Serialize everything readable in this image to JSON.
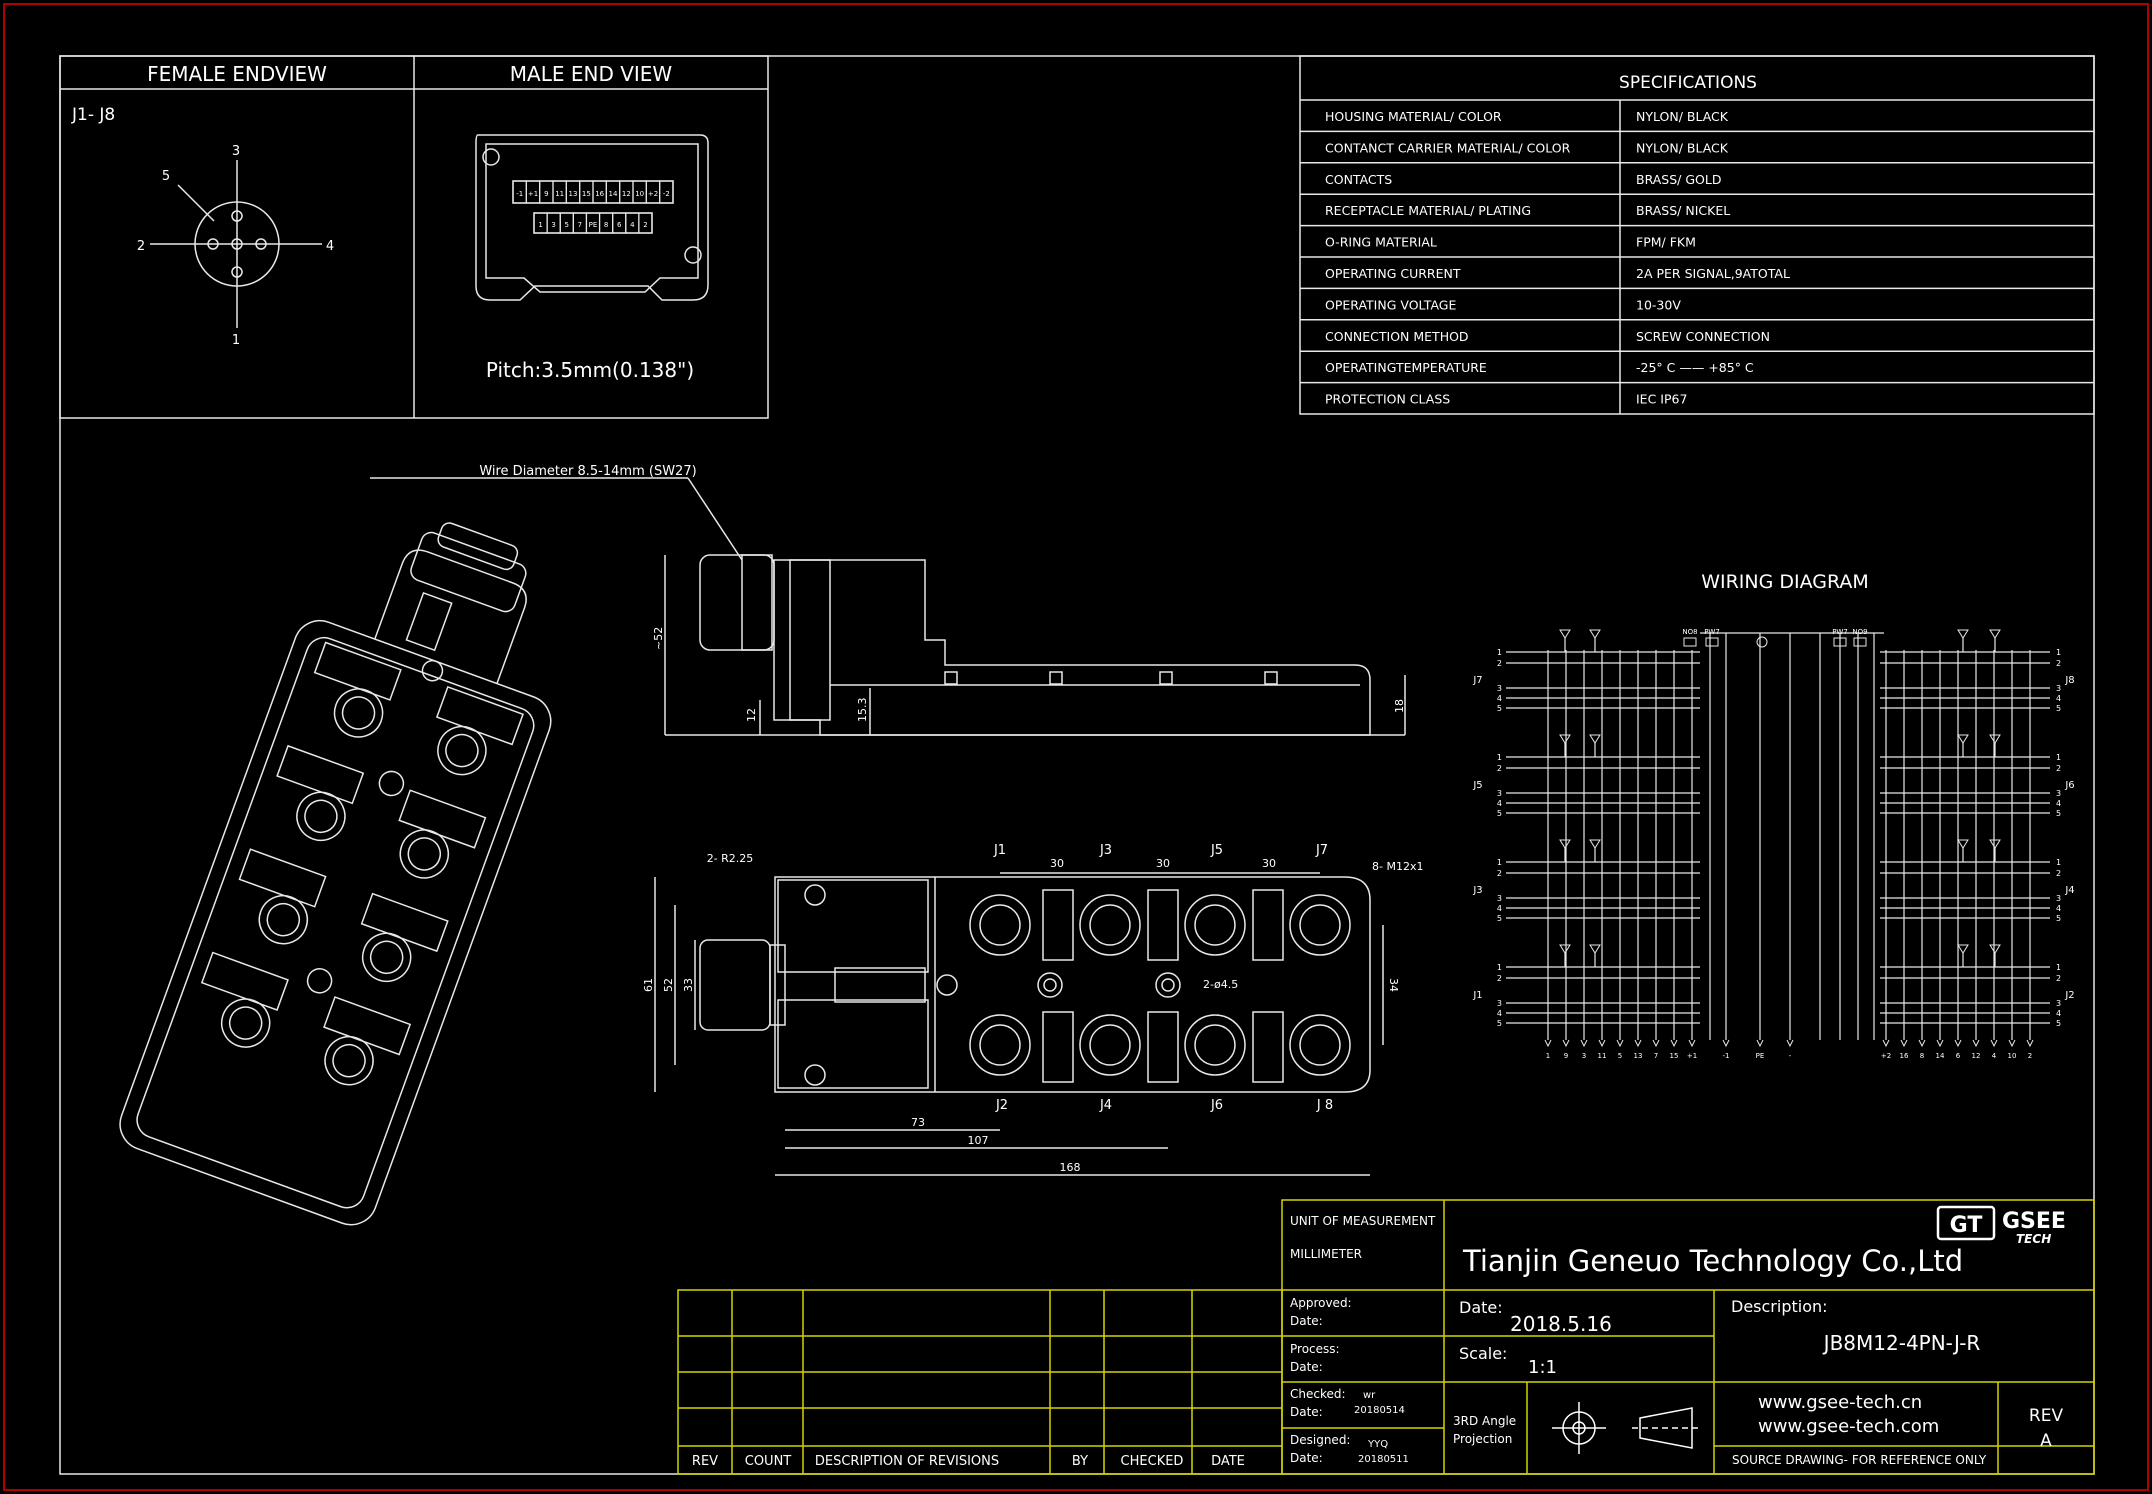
{
  "endviews": {
    "female_title": "FEMALE ENDVIEW",
    "male_title": "MALE END VIEW",
    "female_label": "J1- J8",
    "female_pins": [
      "3",
      "5",
      "2",
      "4",
      "1"
    ],
    "male_top_row": [
      "-1",
      "+1",
      "9",
      "11",
      "13",
      "15",
      "16",
      "14",
      "12",
      "10",
      "+2",
      "-2"
    ],
    "male_bottom_row": [
      "1",
      "3",
      "5",
      "7",
      "PE",
      "8",
      "6",
      "4",
      "2"
    ],
    "pitch": "Pitch:3.5mm(0.138\")"
  },
  "specifications": {
    "title": "SPECIFICATIONS",
    "rows": [
      {
        "label": "HOUSING MATERIAL/ COLOR",
        "value": "NYLON/ BLACK"
      },
      {
        "label": "CONTANCT CARRIER MATERIAL/ COLOR",
        "value": "NYLON/ BLACK"
      },
      {
        "label": "CONTACTS",
        "value": "BRASS/ GOLD"
      },
      {
        "label": "RECEPTACLE MATERIAL/ PLATING",
        "value": "BRASS/ NICKEL"
      },
      {
        "label": "O-RING MATERIAL",
        "value": "FPM/ FKM"
      },
      {
        "label": "OPERATING CURRENT",
        "value": "2A PER SIGNAL,9ATOTAL"
      },
      {
        "label": "OPERATING VOLTAGE",
        "value": "10-30V"
      },
      {
        "label": "CONNECTION METHOD",
        "value": " SCREW CONNECTION"
      },
      {
        "label": "OPERATINGTEMPERATURE",
        "value": "-25° C  ——  +85° C"
      },
      {
        "label": "PROTECTION CLASS",
        "value": "IEC   IP67"
      }
    ]
  },
  "side_view": {
    "wire_label": "Wire Diameter 8.5-14mm (SW27)",
    "dims": [
      "~52",
      "12",
      "15.3",
      "18"
    ]
  },
  "top_view": {
    "port_labels_top": [
      "J1",
      "J3",
      "J5",
      "J7"
    ],
    "port_labels_bottom": [
      "J2",
      "J4",
      "J6",
      "J 8"
    ],
    "callouts": [
      "2- R2.25",
      "8- M12x1",
      "2-ø4.5"
    ],
    "spacing": [
      "30",
      "30",
      "30"
    ],
    "dims_left": [
      "61",
      "52",
      "33"
    ],
    "dim_right": "34",
    "dims_bottom": [
      "73",
      "107",
      "168"
    ]
  },
  "wiring": {
    "title": "WIRING   DIAGRAM",
    "left_ports": [
      "J7",
      "J5",
      "J3",
      "J1"
    ],
    "right_ports": [
      "J8",
      "J6",
      "J4",
      "J2"
    ],
    "pins": [
      "1",
      "2",
      "3",
      "4",
      "5"
    ],
    "top_terms": [
      "NO8",
      "PW7",
      "PW7",
      "NO9"
    ],
    "bottom_terms": [
      "1",
      "9",
      "3",
      "11",
      "5",
      "13",
      "7",
      "15",
      "+1",
      "-1",
      "PE",
      "-",
      "+2",
      "16",
      "8",
      "14",
      "6",
      "12",
      "4",
      "10",
      "2"
    ]
  },
  "title_block": {
    "unit_label": "UNIT OF MEASUREMENT",
    "unit_value": "MILLIMETER",
    "company": "Tianjin Geneuo Technology Co.,Ltd",
    "logo_mark": "GT",
    "logo_top": "GSEE",
    "logo_bottom": "TECH",
    "approved": "Approved:",
    "approved_date": "Date:",
    "process": "Process:",
    "process_date": "Date:",
    "checked": "Checked:",
    "checked_by": "wr",
    "checked_date_label": "Date:",
    "checked_date": "20180514",
    "designed": "Designed:",
    "designed_by": "YYQ",
    "designed_date_label": "Date:",
    "designed_date": "20180511",
    "date_label": "Date:",
    "date_value": "2018.5.16",
    "scale_label": "Scale:",
    "scale_value": "1:1",
    "projection_line1": "3RD Angle",
    "projection_line2": "Projection",
    "description_label": "Description:",
    "description_value": "JB8M12-4PN-J-R",
    "web1": "www.gsee-tech.cn",
    "web2": "www.gsee-tech.com",
    "source_note": "SOURCE DRAWING- FOR REFERENCE ONLY",
    "rev_label": "REV",
    "rev_value": "A"
  },
  "revisions": {
    "headers": [
      "REV",
      "COUNT",
      "DESCRIPTION  OF  REVISIONS",
      "BY",
      "CHECKED",
      "DATE"
    ]
  }
}
